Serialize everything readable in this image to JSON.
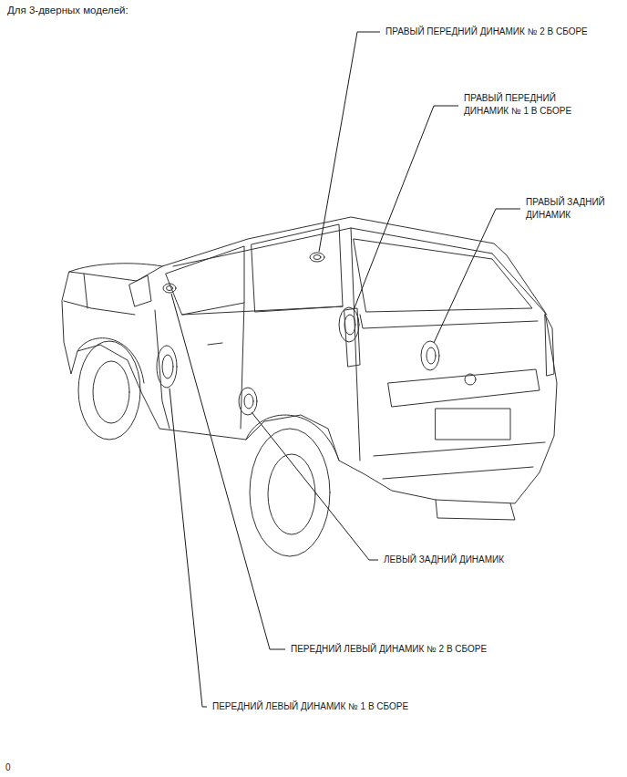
{
  "diagram": {
    "title": "Для 3-дверных моделей:",
    "labels": [
      "ПРАВЫЙ ПЕРЕДНИЙ ДИНАМИК № 2 В СБОРЕ",
      "ПРАВЫЙ ПЕРЕДНИЙ ДИНАМИК № 1 В СБОРЕ",
      "ПРАВЫЙ ЗАДНИЙ ДИНАМИК",
      "ЛЕВЫЙ ЗАДНИЙ ДИНАМИК",
      "ПЕРЕДНИЙ ЛЕВЫЙ ДИНАМИК № 2 В СБОРЕ",
      "ПЕРЕДНИЙ ЛЕВЫЙ ДИНАМИК № 1 В СБОРЕ",
      "0"
    ]
  }
}
